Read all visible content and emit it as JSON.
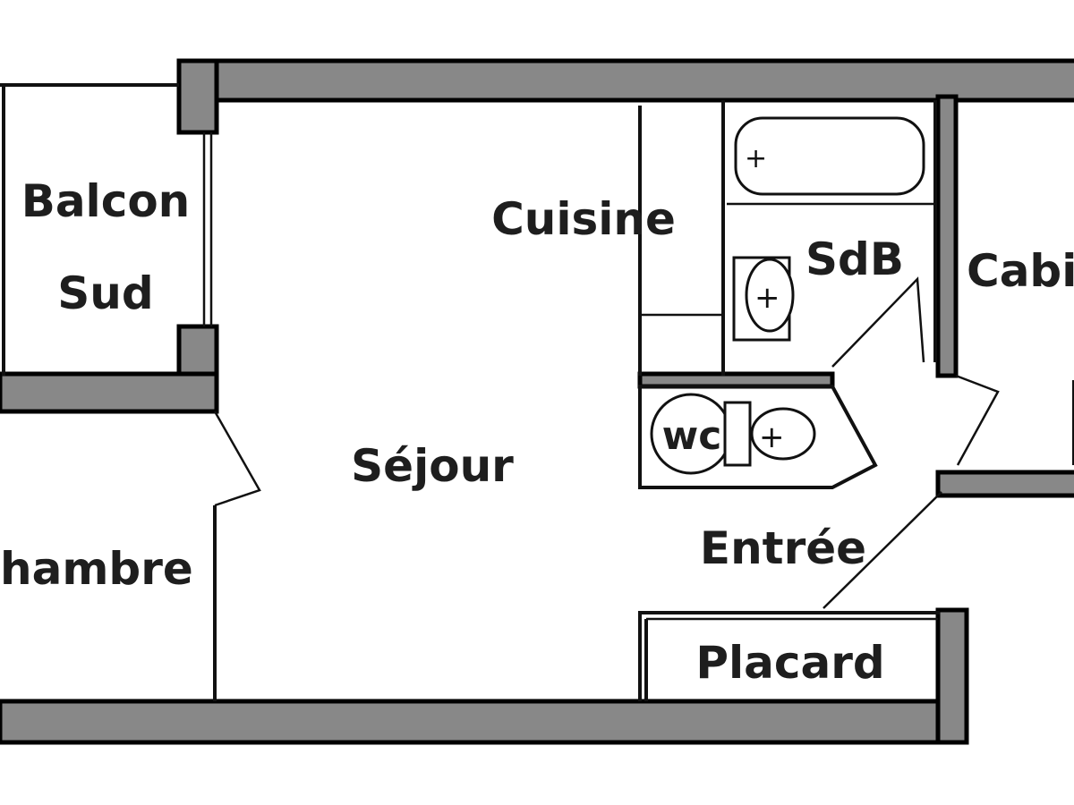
{
  "plan": {
    "rooms": {
      "balcon_line1": "Balcon",
      "balcon_line2": "Sud",
      "cuisine": "Cuisine",
      "sdb": "SdB",
      "cabine": "Cabi",
      "wc": "wc",
      "sejour": "Séjour",
      "chambre": "hambre",
      "entree": "Entrée",
      "placard": "Placard"
    },
    "colors": {
      "wall_fill": "#888888",
      "outline": "#000000",
      "text": "#1e1e1e",
      "background": "#ffffff"
    }
  }
}
